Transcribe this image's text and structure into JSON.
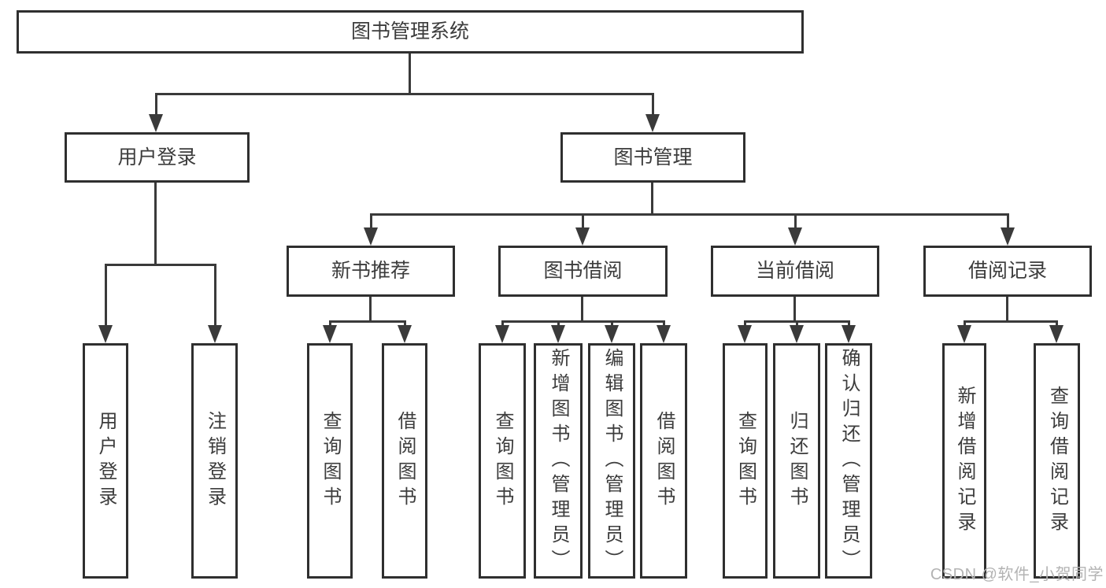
{
  "diagram": {
    "root": {
      "label": "图书管理系统"
    },
    "level2": [
      {
        "label": "用户登录"
      },
      {
        "label": "图书管理"
      }
    ],
    "level3": [
      {
        "label": "新书推荐"
      },
      {
        "label": "图书借阅"
      },
      {
        "label": "当前借阅"
      },
      {
        "label": "借阅记录"
      }
    ],
    "leaves": {
      "user_login": [
        "用户登录",
        "注销登录"
      ],
      "new_book_recommend": [
        "查询图书",
        "借阅图书"
      ],
      "book_borrow": [
        "查询图书",
        "新增图书（管理员）",
        "编辑图书（管理员）",
        "借阅图书"
      ],
      "current_borrow": [
        "查询图书",
        "归还图书",
        "确认归还（管理员）"
      ],
      "borrow_records": [
        "新增借阅记录",
        "查询借阅记录"
      ]
    }
  },
  "watermark": {
    "text": "CSDN @软件_小贺同学"
  },
  "colors": {
    "line": "#3a3a3a",
    "box_border": "#2f2f2f",
    "text": "#3c3c3c",
    "watermark": "#b3b3b3",
    "background": "#ffffff"
  }
}
